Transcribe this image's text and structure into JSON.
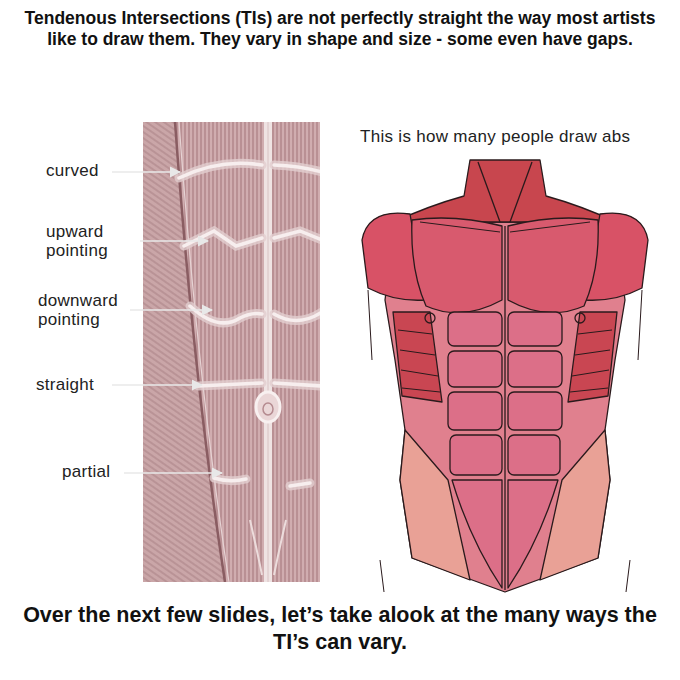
{
  "diagram": {
    "title": "Tendenous Intersections (TIs) are not perfectly straight the way most artists like to draw them. They vary in shape and size - some even have gaps.",
    "caption": "Over the next few slides, let’s take alook at the many ways the TI’s can vary.",
    "labels": [
      "curved",
      "upward pointing",
      "downward pointing",
      "straight",
      "partial",
      "This is how many people draw abs"
    ]
  }
}
